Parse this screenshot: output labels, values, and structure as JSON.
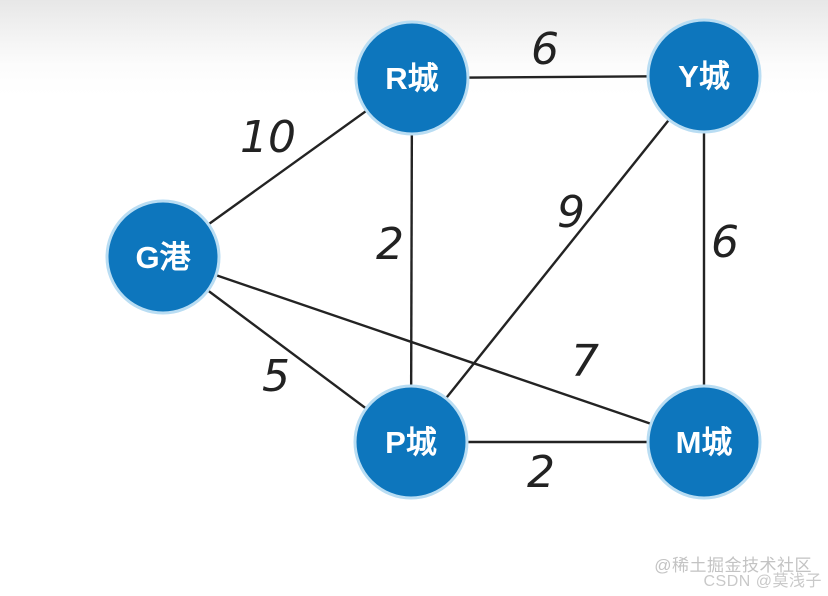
{
  "diagram": {
    "type": "weighted-undirected-graph",
    "nodes": [
      {
        "id": "R",
        "label": "R城"
      },
      {
        "id": "Y",
        "label": "Y城"
      },
      {
        "id": "G",
        "label": "G港"
      },
      {
        "id": "P",
        "label": "P城"
      },
      {
        "id": "M",
        "label": "M城"
      }
    ],
    "edges": [
      {
        "from": "R",
        "to": "Y",
        "weight": "6"
      },
      {
        "from": "G",
        "to": "R",
        "weight": "10"
      },
      {
        "from": "R",
        "to": "P",
        "weight": "2"
      },
      {
        "from": "Y",
        "to": "P",
        "weight": "9"
      },
      {
        "from": "Y",
        "to": "M",
        "weight": "6"
      },
      {
        "from": "G",
        "to": "M",
        "weight": "7"
      },
      {
        "from": "G",
        "to": "P",
        "weight": "5"
      },
      {
        "from": "P",
        "to": "M",
        "weight": "2"
      }
    ]
  },
  "colors": {
    "node_fill": "#0d76bd",
    "node_ring": "#b9ddf3",
    "node_text": "#ffffff",
    "edge_line": "#232323",
    "edge_label": "#222222",
    "watermark": "#c3c3c3"
  },
  "watermark": {
    "line1": "@稀土掘金技术社区",
    "line2": "CSDN @莫浅子"
  }
}
